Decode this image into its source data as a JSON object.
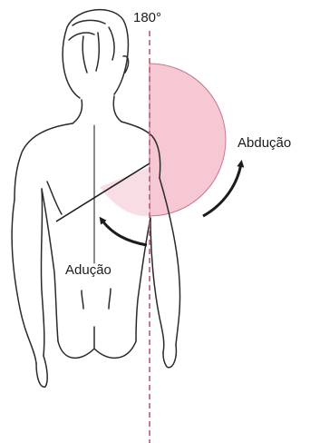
{
  "labels": {
    "angle": "180°",
    "abduction": "Abdução",
    "adduction": "Adução"
  },
  "colors": {
    "arc_fill": "#f5c8d3",
    "arc_stroke": "#c77a90",
    "midline": "#b5587c",
    "outline": "#2a2a2a",
    "text": "#1c1c1c"
  },
  "icons": {
    "abduction_arrow": "curved-arrow-up-icon",
    "adduction_arrow": "curved-arrow-left-icon"
  }
}
